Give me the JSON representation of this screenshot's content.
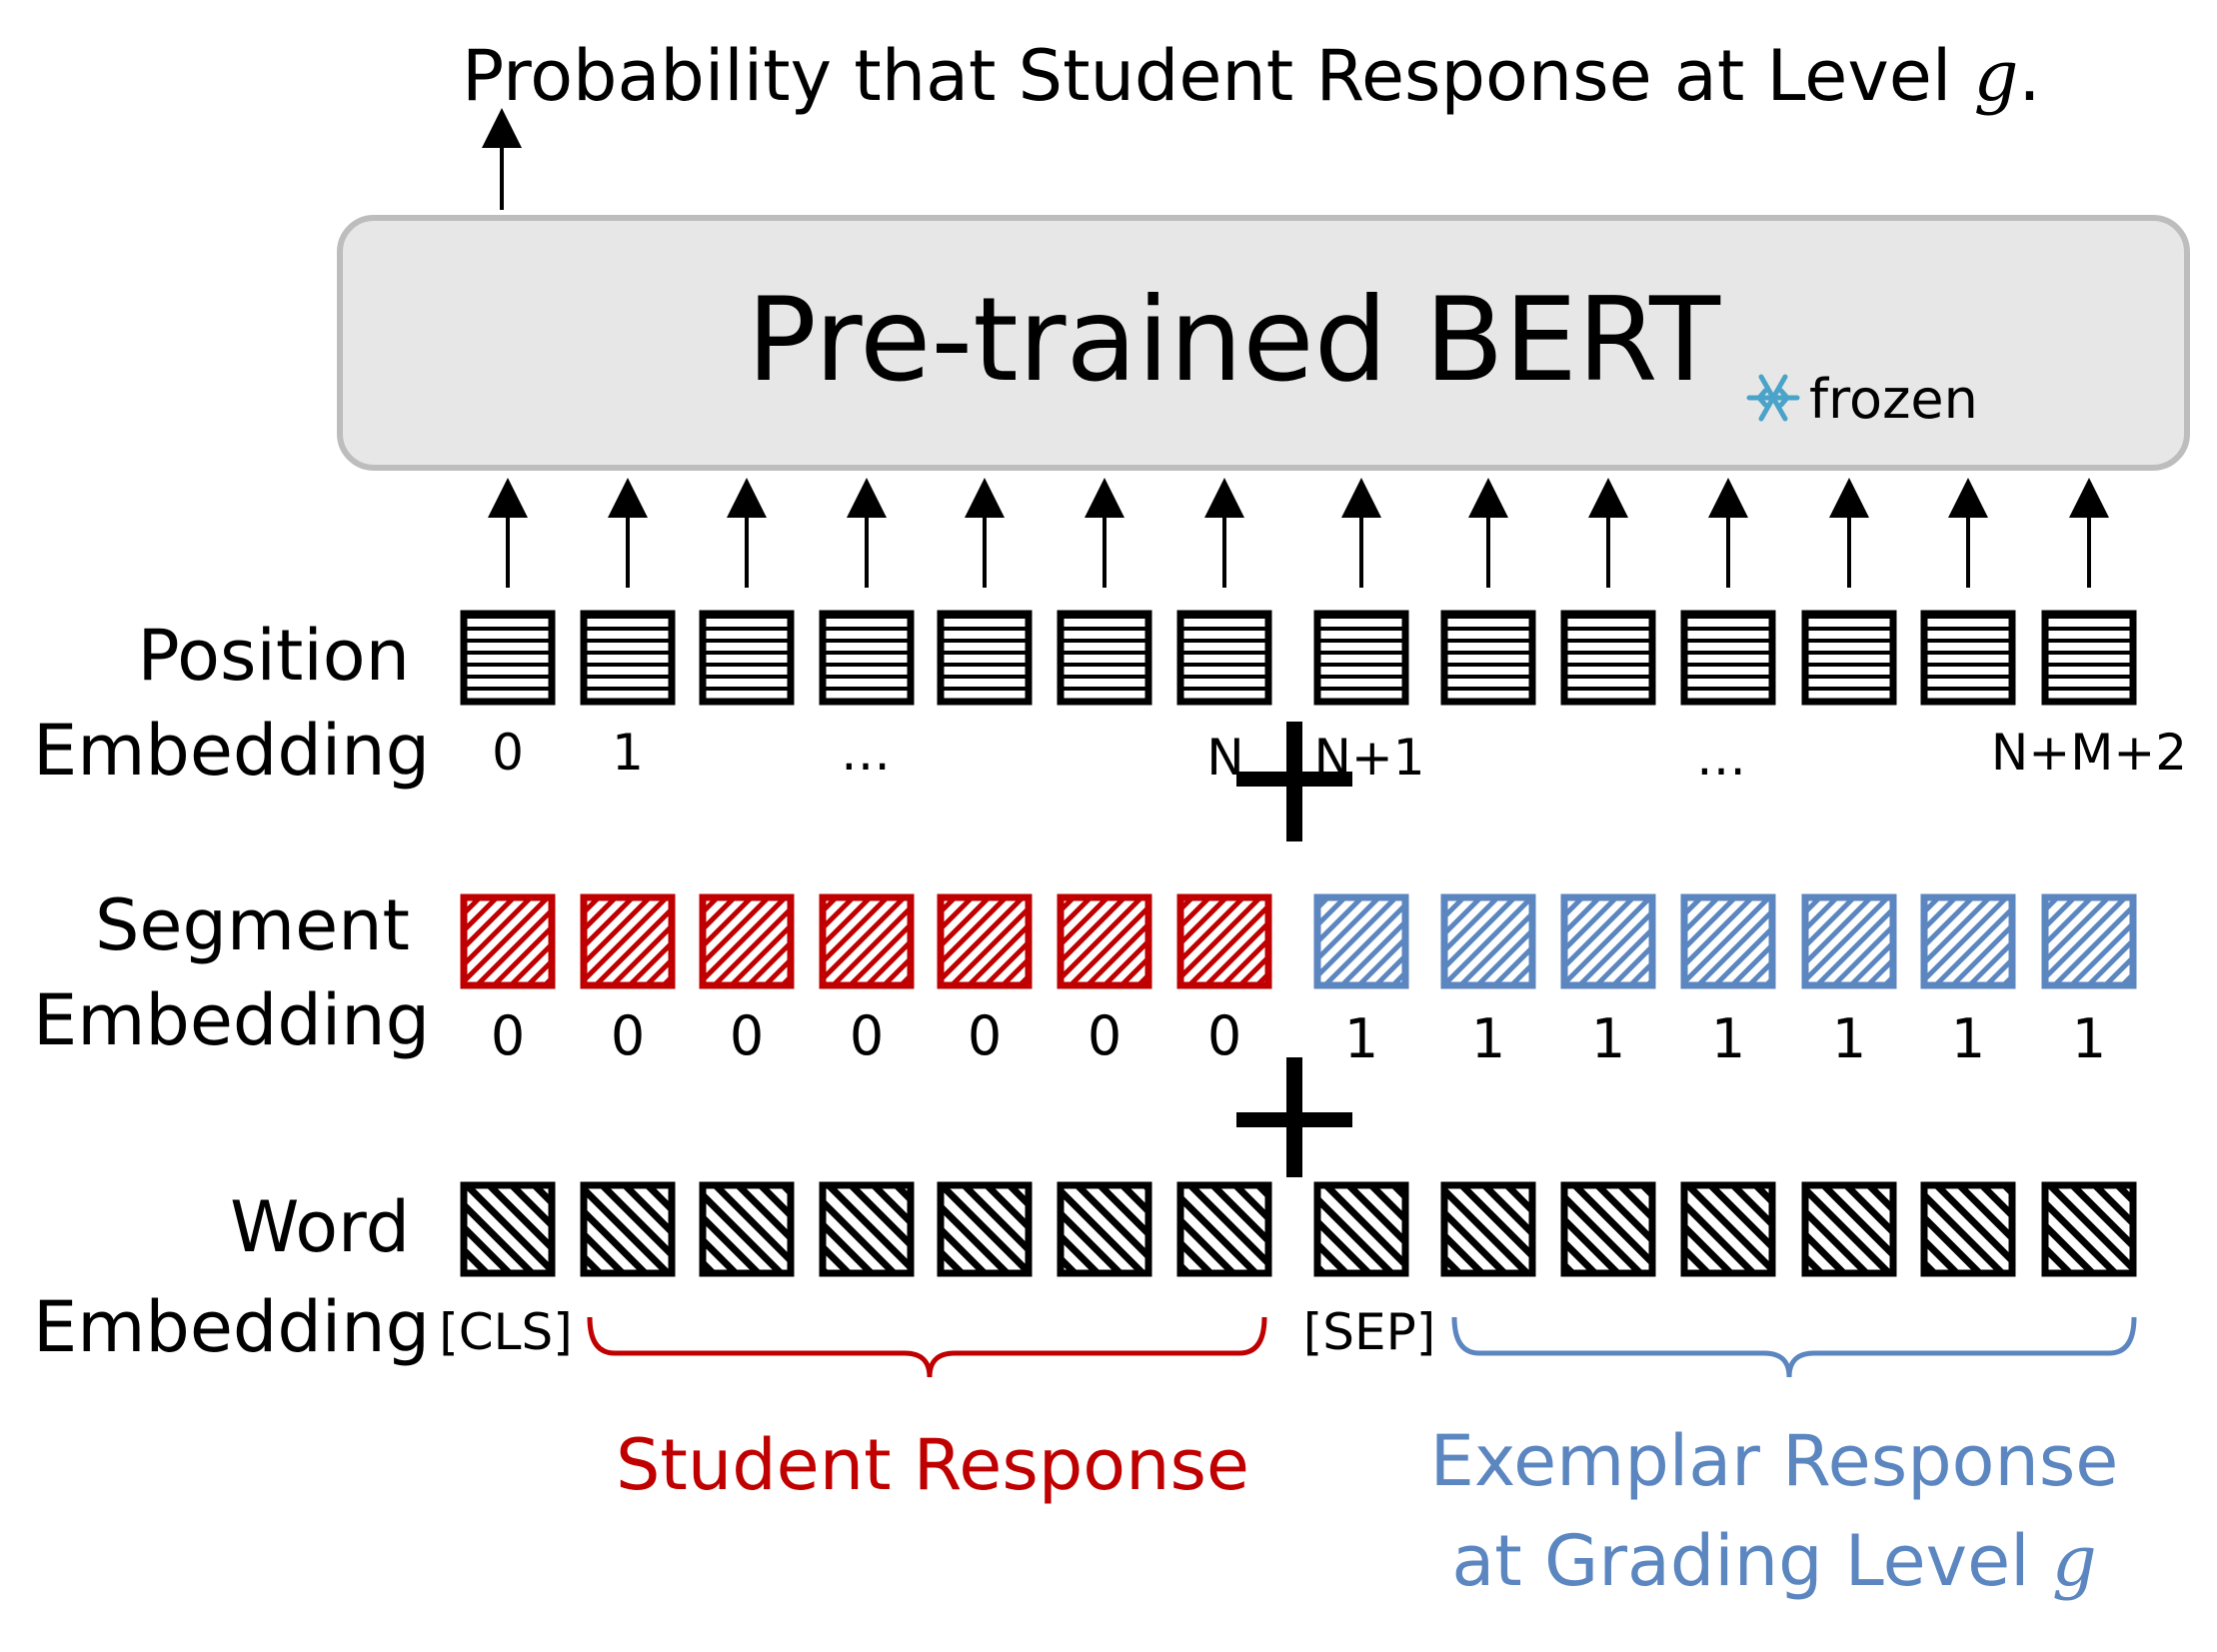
{
  "output_caption": "Probability that Student Response at Level ",
  "output_variable": "g",
  "output_period": ".",
  "model": {
    "label": "Pre-trained BERT",
    "status_label": "frozen",
    "status_icon": "snowflake-icon"
  },
  "rows": {
    "position": {
      "label_line1": "Position",
      "label_line2": "Embedding",
      "indices": [
        "0",
        "1",
        "…",
        "N",
        "N+1",
        "…",
        "N+M+2"
      ]
    },
    "segment": {
      "label_line1": "Segment",
      "label_line2": "Embedding",
      "ids": [
        "0",
        "0",
        "0",
        "0",
        "0",
        "0",
        "0",
        "1",
        "1",
        "1",
        "1",
        "1",
        "1",
        "1"
      ]
    },
    "word": {
      "label_line1": "Word",
      "label_line2": "Embedding",
      "cls_token": "[CLS]",
      "sep_token": "[SEP]"
    }
  },
  "operators": {
    "plus": "+"
  },
  "groups": {
    "student": {
      "label": "Student Response"
    },
    "exemplar": {
      "label_line1": "Exemplar Response",
      "label_line2": "at Grading Level ",
      "variable": "g"
    }
  },
  "colors": {
    "student_red": "#c00000",
    "exemplar_blue": "#5b86c0",
    "box_fill": "#e7e7e7",
    "box_stroke": "#bdbdbd",
    "snowflake": "#4aa3c8",
    "ink": "#000000"
  },
  "token_count": 14
}
